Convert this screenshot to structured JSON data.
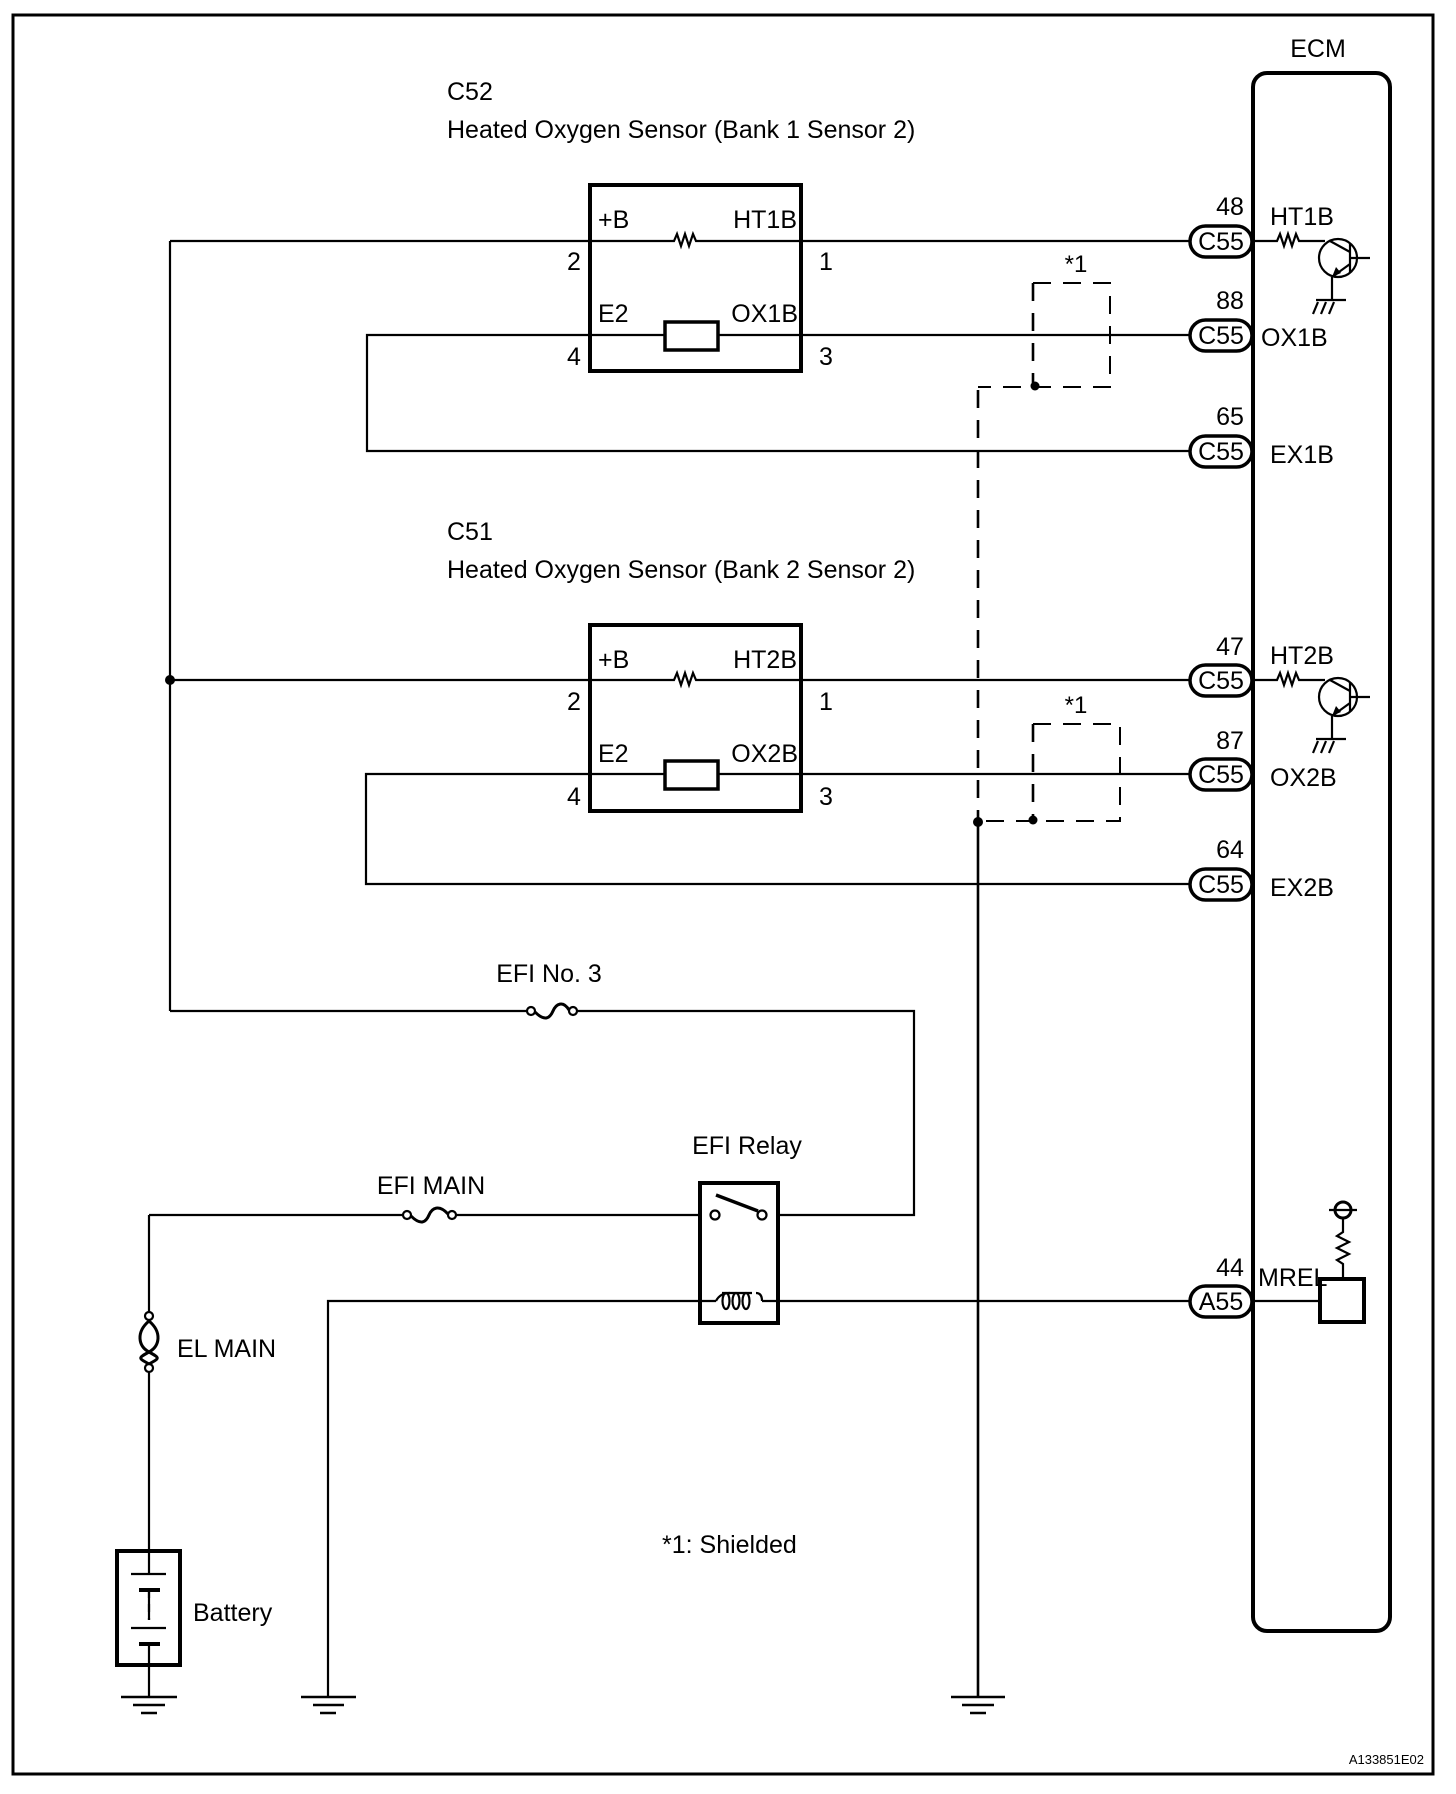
{
  "diagram_id": "A133851E02",
  "ecm": {
    "label": "ECM"
  },
  "sensors": [
    {
      "code": "C52",
      "name": "Heated Oxygen Sensor (Bank 1 Sensor 2)",
      "terminals": {
        "plus_b": "+B",
        "heater": "HT1B",
        "e2": "E2",
        "ox": "OX1B"
      },
      "pins": {
        "plus_b": "2",
        "heater": "1",
        "e2": "4",
        "ox": "3"
      }
    },
    {
      "code": "C51",
      "name": "Heated Oxygen Sensor (Bank 2 Sensor 2)",
      "terminals": {
        "plus_b": "+B",
        "heater": "HT2B",
        "e2": "E2",
        "ox": "OX2B"
      },
      "pins": {
        "plus_b": "2",
        "heater": "1",
        "e2": "4",
        "ox": "3"
      }
    }
  ],
  "ecm_pins": [
    {
      "number": "48",
      "connector": "C55",
      "signal": "HT1B"
    },
    {
      "number": "88",
      "connector": "C55",
      "signal": "OX1B"
    },
    {
      "number": "65",
      "connector": "C55",
      "signal": "EX1B"
    },
    {
      "number": "47",
      "connector": "C55",
      "signal": "HT2B"
    },
    {
      "number": "87",
      "connector": "C55",
      "signal": "OX2B"
    },
    {
      "number": "64",
      "connector": "C55",
      "signal": "EX2B"
    },
    {
      "number": "44",
      "connector": "A55",
      "signal": "MREL"
    }
  ],
  "shield_marks": [
    "*1",
    "*1"
  ],
  "fuses": {
    "efi_no3": "EFI No. 3",
    "efi_main": "EFI MAIN",
    "el_main": "EL MAIN"
  },
  "relay": {
    "label": "EFI Relay"
  },
  "battery": {
    "label": "Battery"
  },
  "note": "*1: Shielded"
}
